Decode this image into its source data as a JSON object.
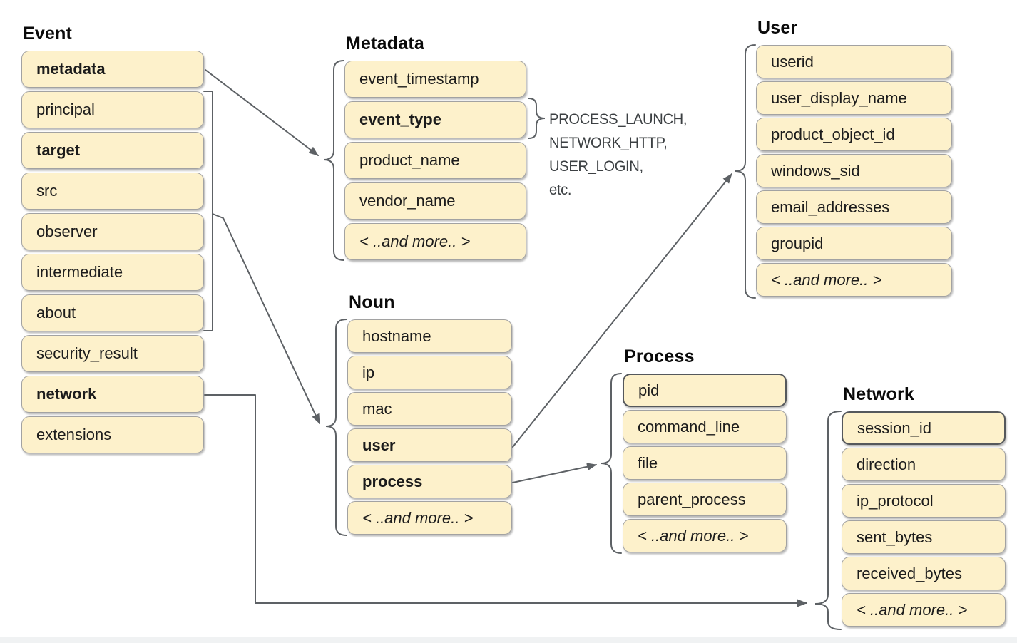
{
  "groups": [
    {
      "id": "event",
      "title": "Event",
      "items": [
        {
          "label": "metadata",
          "bold": true
        },
        {
          "label": "principal"
        },
        {
          "label": "target",
          "bold": true
        },
        {
          "label": "src"
        },
        {
          "label": "observer"
        },
        {
          "label": "intermediate"
        },
        {
          "label": "about"
        },
        {
          "label": "security_result"
        },
        {
          "label": "network",
          "bold": true
        },
        {
          "label": "extensions"
        }
      ]
    },
    {
      "id": "metadata",
      "title": "Metadata",
      "items": [
        {
          "label": "event_timestamp"
        },
        {
          "label": "event_type",
          "bold": true
        },
        {
          "label": "product_name"
        },
        {
          "label": "vendor_name"
        },
        {
          "label": "< ..and more.. >",
          "italic": true
        }
      ]
    },
    {
      "id": "user",
      "title": "User",
      "items": [
        {
          "label": "userid"
        },
        {
          "label": "user_display_name"
        },
        {
          "label": "product_object_id"
        },
        {
          "label": "windows_sid"
        },
        {
          "label": "email_addresses"
        },
        {
          "label": "groupid"
        },
        {
          "label": "< ..and more.. >",
          "italic": true
        }
      ]
    },
    {
      "id": "noun",
      "title": "Noun",
      "items": [
        {
          "label": "hostname"
        },
        {
          "label": "ip"
        },
        {
          "label": "mac"
        },
        {
          "label": "user",
          "bold": true
        },
        {
          "label": "process",
          "bold": true
        },
        {
          "label": "< ..and more.. >",
          "italic": true
        }
      ]
    },
    {
      "id": "process",
      "title": "Process",
      "items": [
        {
          "label": "pid",
          "dark": true
        },
        {
          "label": "command_line"
        },
        {
          "label": "file"
        },
        {
          "label": "parent_process"
        },
        {
          "label": "< ..and more.. >",
          "italic": true
        }
      ]
    },
    {
      "id": "network",
      "title": "Network",
      "items": [
        {
          "label": "session_id",
          "dark": true
        },
        {
          "label": "direction"
        },
        {
          "label": "ip_protocol"
        },
        {
          "label": "sent_bytes"
        },
        {
          "label": "received_bytes"
        },
        {
          "label": "< ..and more.. >",
          "italic": true
        }
      ]
    }
  ],
  "event_type_values": {
    "lines": [
      "PROCESS_LAUNCH,",
      "NETWORK_HTTP,",
      "USER_LOGIN,",
      "etc."
    ]
  },
  "colors": {
    "box_fill": "#fdf1cb",
    "box_border": "#a2a2a2",
    "box_border_dark": "#55585c",
    "connector": "#5d6165",
    "text": "#1c1c1c",
    "annotation": "#3c4043",
    "divider": "#f0f2f3"
  }
}
